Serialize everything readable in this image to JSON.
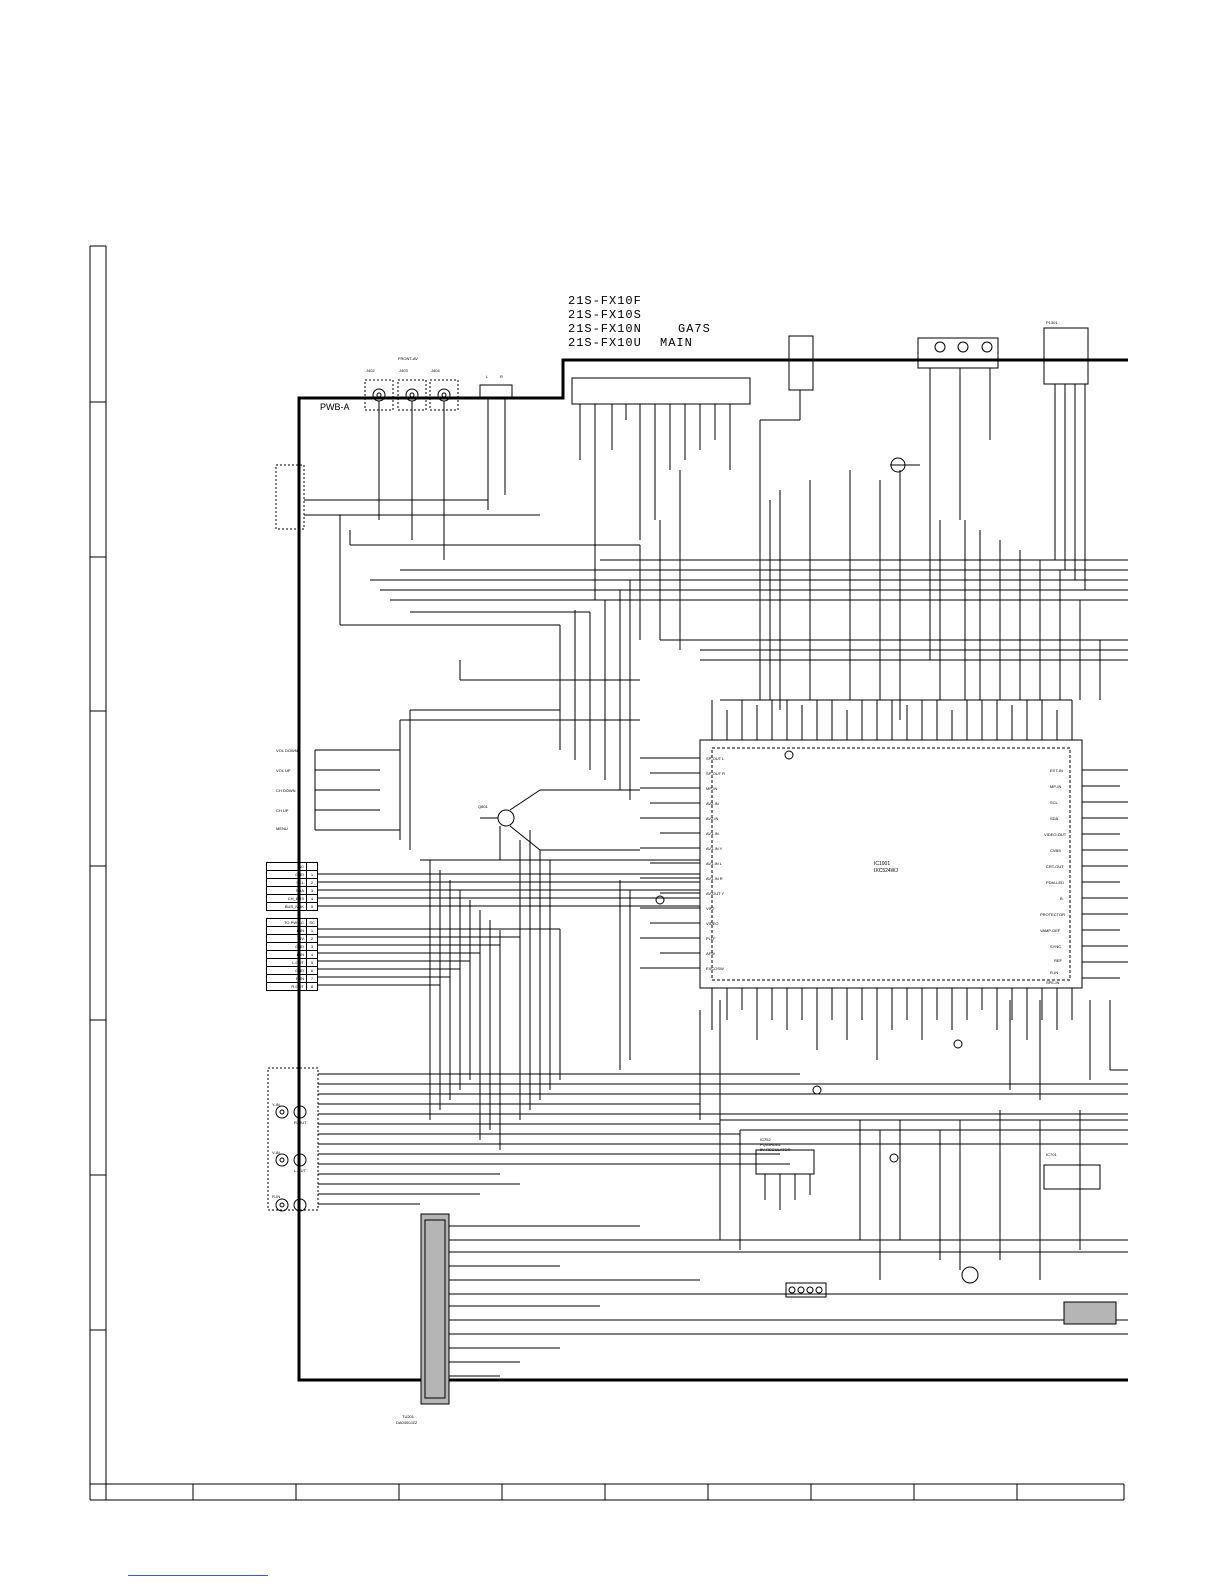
{
  "header": {
    "models": [
      "21S-FX10F",
      "21S-FX10S",
      "21S-FX10N",
      "21S-FX10U"
    ],
    "chassis": "GA7S",
    "board": "MAIN"
  },
  "board_labels": {
    "pwb": "PWB-A",
    "front_av": "FRONT-AV",
    "ic_main_ref": "IC1001",
    "ic_main_part": "IXC524WJ",
    "transistor_q801": "Q801",
    "ic_regulator_ref": "IC752",
    "ic_regulator_part": "PQ05RDA1",
    "ic_regulator_desc": "5V REGULATOR",
    "tuner_ref": "TU201",
    "tuner_part": "DA0400JZZ",
    "power_ref": "P1301",
    "speaker_l": "L",
    "speaker_r": "R",
    "tuner_label_ic": "IC701",
    "sc_header": "SC",
    "to_pwb_c": "TO PWB-C"
  },
  "jacks": {
    "j402": "J402",
    "j403": "J403",
    "j404": "J404"
  },
  "keys": [
    "VOL DOWN",
    "VOL UP",
    "CH DOWN",
    "CH UP",
    "MENU"
  ],
  "connector_sc": {
    "header": "SC",
    "rows": [
      {
        "sig": "GND",
        "pin": "1"
      },
      {
        "sig": "SCL",
        "pin": "2"
      },
      {
        "sig": "SDA",
        "pin": "3"
      },
      {
        "sig": "CH_BUS",
        "pin": "4"
      },
      {
        "sig": "BUS_NOK",
        "pin": "5"
      }
    ]
  },
  "connector_pwbc": {
    "header": "TO PWB-C",
    "pin_header": "SC",
    "rows": [
      {
        "sig": "L.IN",
        "pin": "1"
      },
      {
        "sig": "5V",
        "pin": "2"
      },
      {
        "sig": "GND",
        "pin": "3"
      },
      {
        "sig": "L.IN",
        "pin": "4"
      },
      {
        "sig": "L-OUT",
        "pin": "5"
      },
      {
        "sig": "GND",
        "pin": "6"
      },
      {
        "sig": "R-IN",
        "pin": "7"
      },
      {
        "sig": "R-OUT",
        "pin": "8"
      }
    ]
  },
  "av_jacks": [
    "Y-IN",
    "R-OUT",
    "V-IN",
    "L-OUT",
    "R-IN"
  ],
  "ic1001_pins_left": [
    "SP-OUT L",
    "SP-OUT R",
    "MP-IN",
    "AV2-IN",
    "AV2 IN",
    "AV1-IN",
    "AV1-IN Y",
    "AV1-IN L",
    "AV1-IN R",
    "AV-OUT Y",
    "VIF2",
    "VIDEO",
    "PLLF",
    "AFW",
    "EXCOSW"
  ],
  "ic1001_pins_right": [
    "EXT-IN",
    "MP-IN",
    "SCL",
    "SDA",
    "VIDEO-OUT",
    "CVBS",
    "CRT-OUT",
    "PDM-LED",
    "B",
    "PROTECTOR",
    "VAMP-DEF",
    "SYNC",
    "REF",
    "R-IN",
    "SPE-IN"
  ],
  "colors": {
    "line": "#000000",
    "shade": "#b5b5b5",
    "link": "#3b5bd6"
  }
}
